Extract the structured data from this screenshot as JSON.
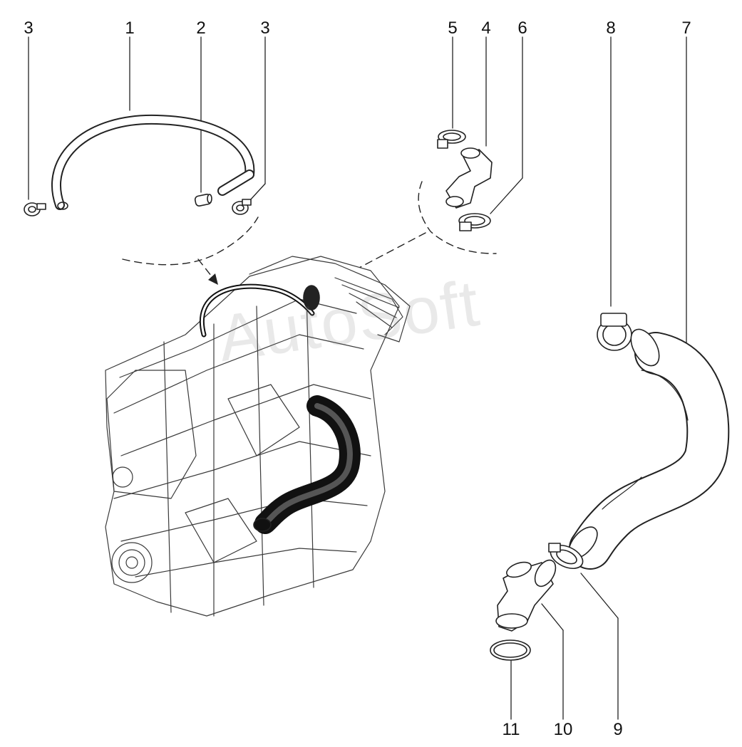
{
  "callouts": [
    {
      "id": "c3a",
      "label": "3"
    },
    {
      "id": "c1",
      "label": "1"
    },
    {
      "id": "c2",
      "label": "2"
    },
    {
      "id": "c3b",
      "label": "3"
    },
    {
      "id": "c5",
      "label": "5"
    },
    {
      "id": "c4",
      "label": "4"
    },
    {
      "id": "c6",
      "label": "6"
    },
    {
      "id": "c8",
      "label": "8"
    },
    {
      "id": "c7",
      "label": "7"
    },
    {
      "id": "c11",
      "label": "11"
    },
    {
      "id": "c10",
      "label": "10"
    },
    {
      "id": "c9",
      "label": "9"
    }
  ],
  "watermark": "AutoSoft",
  "colors": {
    "line": "#222222",
    "hose_fill": "#ffffff",
    "engine_line": "#3a3a3a"
  }
}
